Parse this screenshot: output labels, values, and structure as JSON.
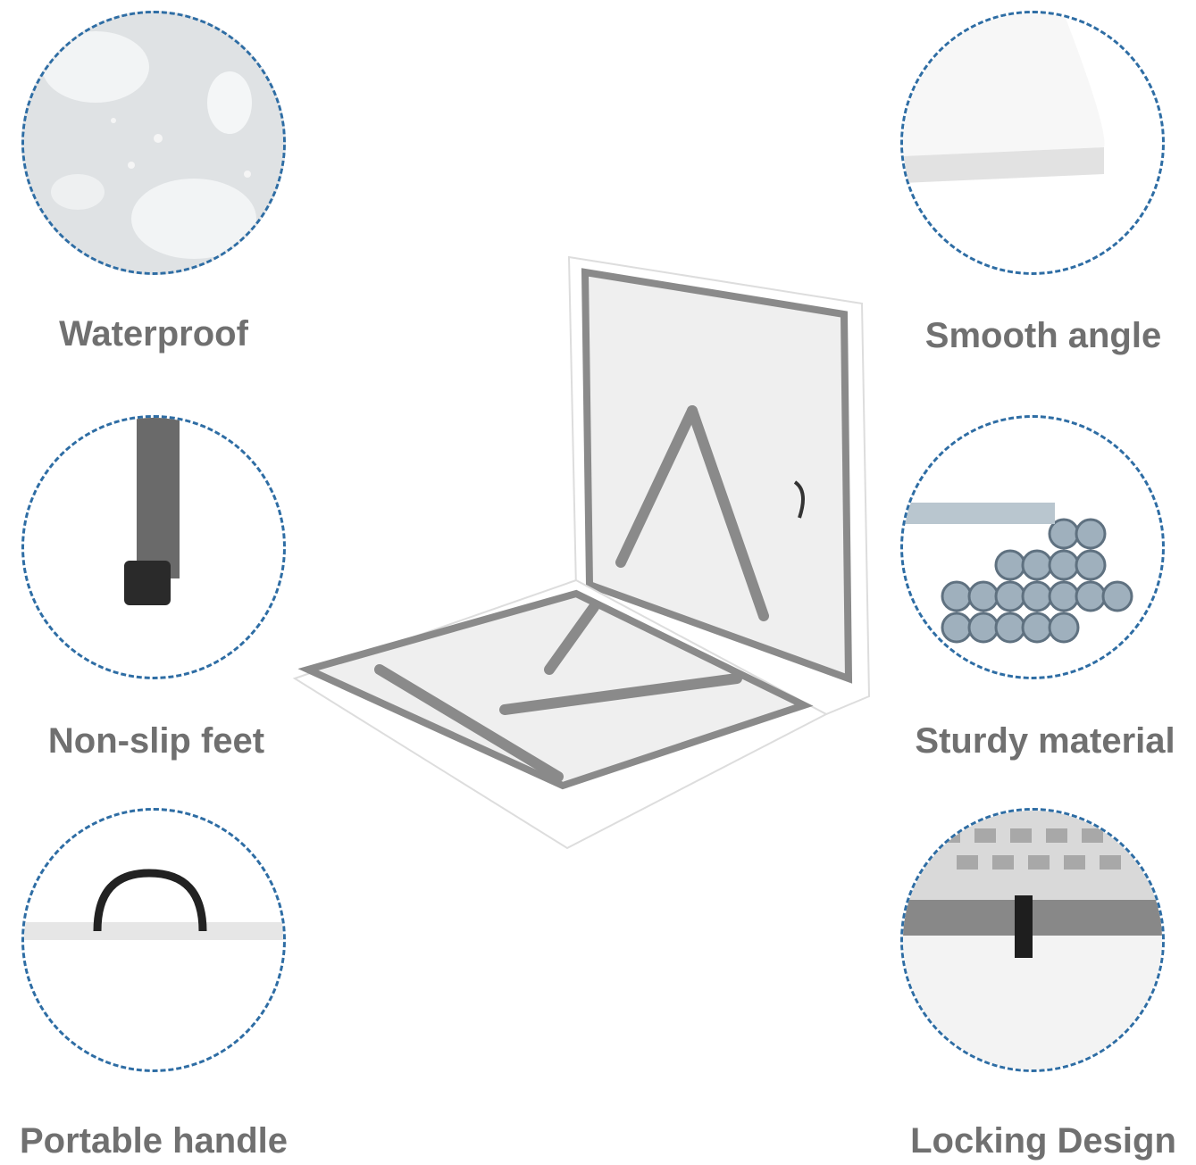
{
  "features": {
    "left": [
      {
        "label": "Waterproof",
        "icon": "water-droplets-icon"
      },
      {
        "label": "Non-slip feet",
        "icon": "table-leg-foot-icon"
      },
      {
        "label": "Portable handle",
        "icon": "carry-handle-icon"
      }
    ],
    "right": [
      {
        "label": "Smooth angle",
        "icon": "rounded-corner-icon"
      },
      {
        "label": "Sturdy material",
        "icon": "steel-tubes-icon"
      },
      {
        "label": "Locking Design",
        "icon": "lock-clip-icon"
      }
    ]
  },
  "colors": {
    "dash": "#2e6da4",
    "label": "#707070",
    "frame": "#8a8a8a"
  }
}
